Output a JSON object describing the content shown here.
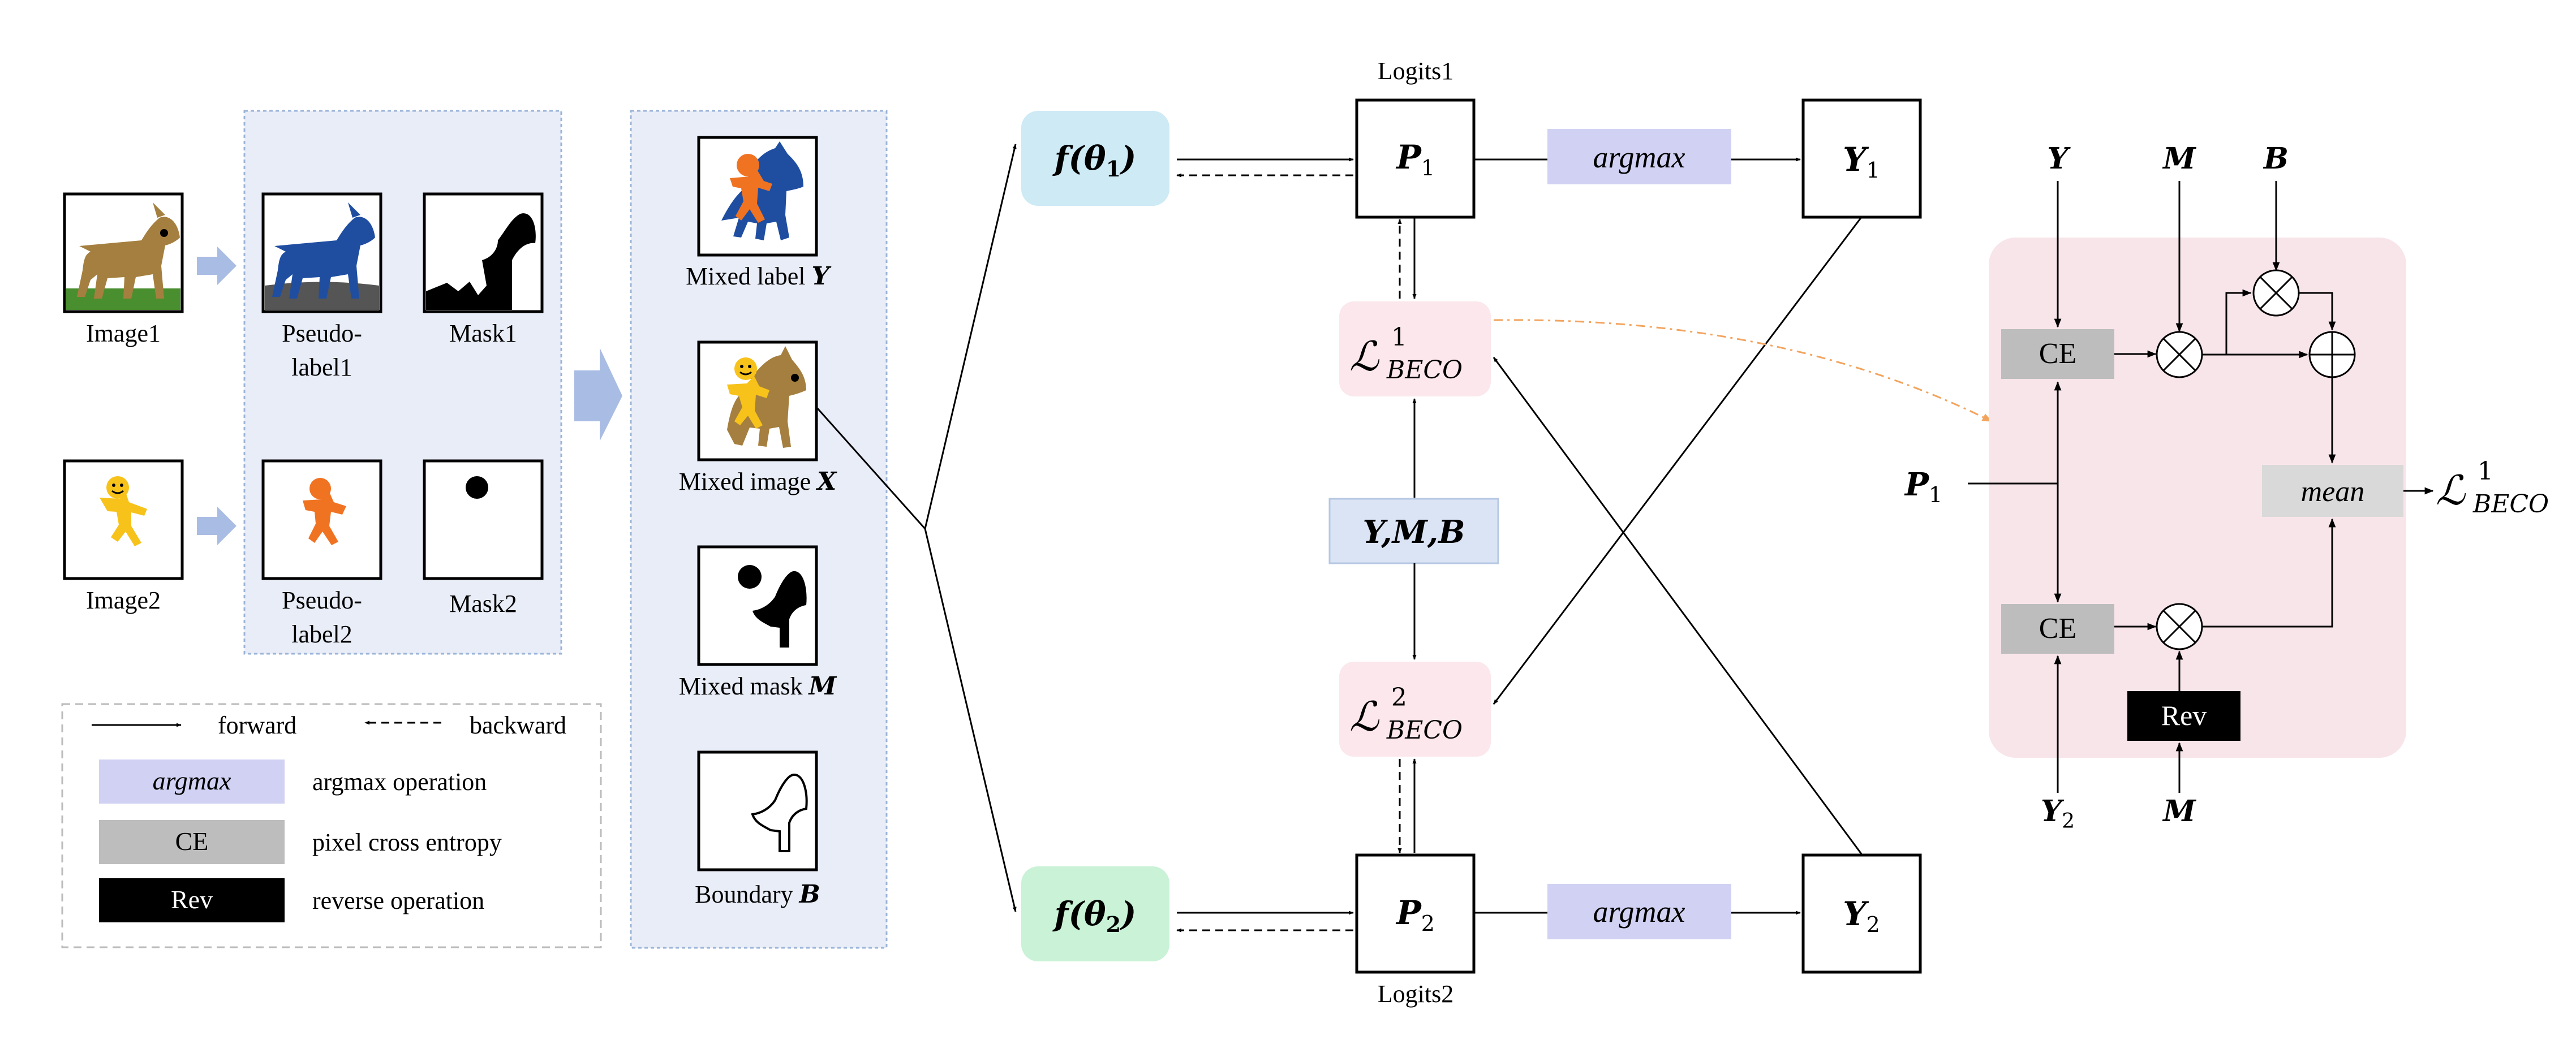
{
  "colors": {
    "panel_blue": "#e9edf7",
    "panel_border": "#9bb4d8",
    "f1_box": "#cdeaf5",
    "f2_box": "#c9f2d6",
    "loss_box": "#fbe7ec",
    "argmax_box": "#d1d2f3",
    "ymb_box": "#dbe4f4",
    "ce_box": "#bdbdbd",
    "mean_box": "#d9d9d9",
    "rev_box": "#000000",
    "loss_module": "#f8e5ea",
    "big_arrow": "#a9bce3",
    "dashed_highlight": "#f2a45e",
    "dog_brown": "#a57f3f",
    "label_blue": "#1f4ea1",
    "grass": "#4a8f2f",
    "ground_gray": "#555555",
    "person_orange": "#f07322",
    "person_yellow": "#f7c21a"
  },
  "left": {
    "image1": "Image1",
    "image2": "Image2",
    "pseudo1_l1": "Pseudo-",
    "pseudo1_l2": "label1",
    "pseudo2_l1": "Pseudo-",
    "pseudo2_l2": "label2",
    "mask1": "Mask1",
    "mask2": "Mask2"
  },
  "mixed": {
    "label_text": "Mixed label ",
    "label_sym": "Y",
    "image_text": "Mixed image ",
    "image_sym": "X",
    "mask_text": "Mixed mask ",
    "mask_sym": "M",
    "boundary_text": "Boundary ",
    "boundary_sym": "B"
  },
  "legend": {
    "forward": "forward",
    "backward": "backward",
    "argmax_key": "argmax",
    "argmax_desc": "argmax operation",
    "ce_key": "CE",
    "ce_desc": "pixel cross entropy",
    "rev_key": "Rev",
    "rev_desc": "reverse operation"
  },
  "network": {
    "f1": "f(θ",
    "f1_sub": "1",
    "f2": "f(θ",
    "f2_sub": "2",
    "paren_close": ")",
    "logits1": "Logits1",
    "logits2": "Logits2",
    "p": "P",
    "p1_sub": "1",
    "p2_sub": "2",
    "y": "Y",
    "y1_sub": "1",
    "y2_sub": "2",
    "argmax1": "argmax",
    "argmax2": "argmax",
    "loss_sym": "ℒ",
    "loss1_sup": "1",
    "loss2_sup": "2",
    "loss_sub": "BECO",
    "ymb": "Y,M,B"
  },
  "module": {
    "input_y": "Y",
    "input_m": "M",
    "input_b": "B",
    "input_p": "P",
    "input_p_sub": "1",
    "input_y2": "Y",
    "input_y2_sub": "2",
    "input_m_bottom": "M",
    "ce1": "CE",
    "ce2": "CE",
    "rev": "Rev",
    "mean": "mean",
    "out_sym": "ℒ",
    "out_sup": "1",
    "out_sub": "BECO"
  }
}
